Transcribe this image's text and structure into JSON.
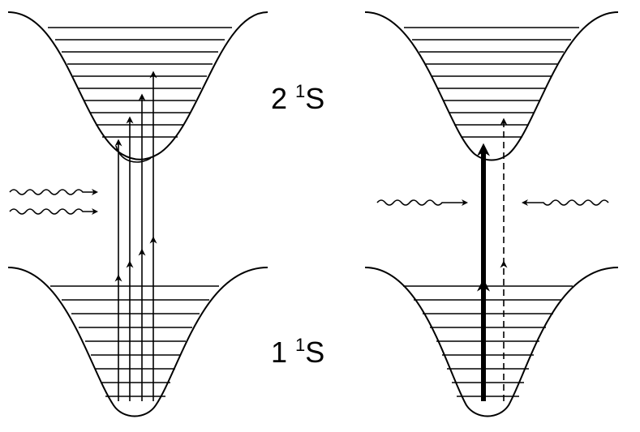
{
  "labels": {
    "upper_state": {
      "number": "2",
      "superscript": "1",
      "symbol": "S"
    },
    "lower_state": {
      "number": "1",
      "superscript": "1",
      "symbol": "S"
    }
  },
  "colors": {
    "line": "#000000",
    "background": "#ffffff"
  }
}
